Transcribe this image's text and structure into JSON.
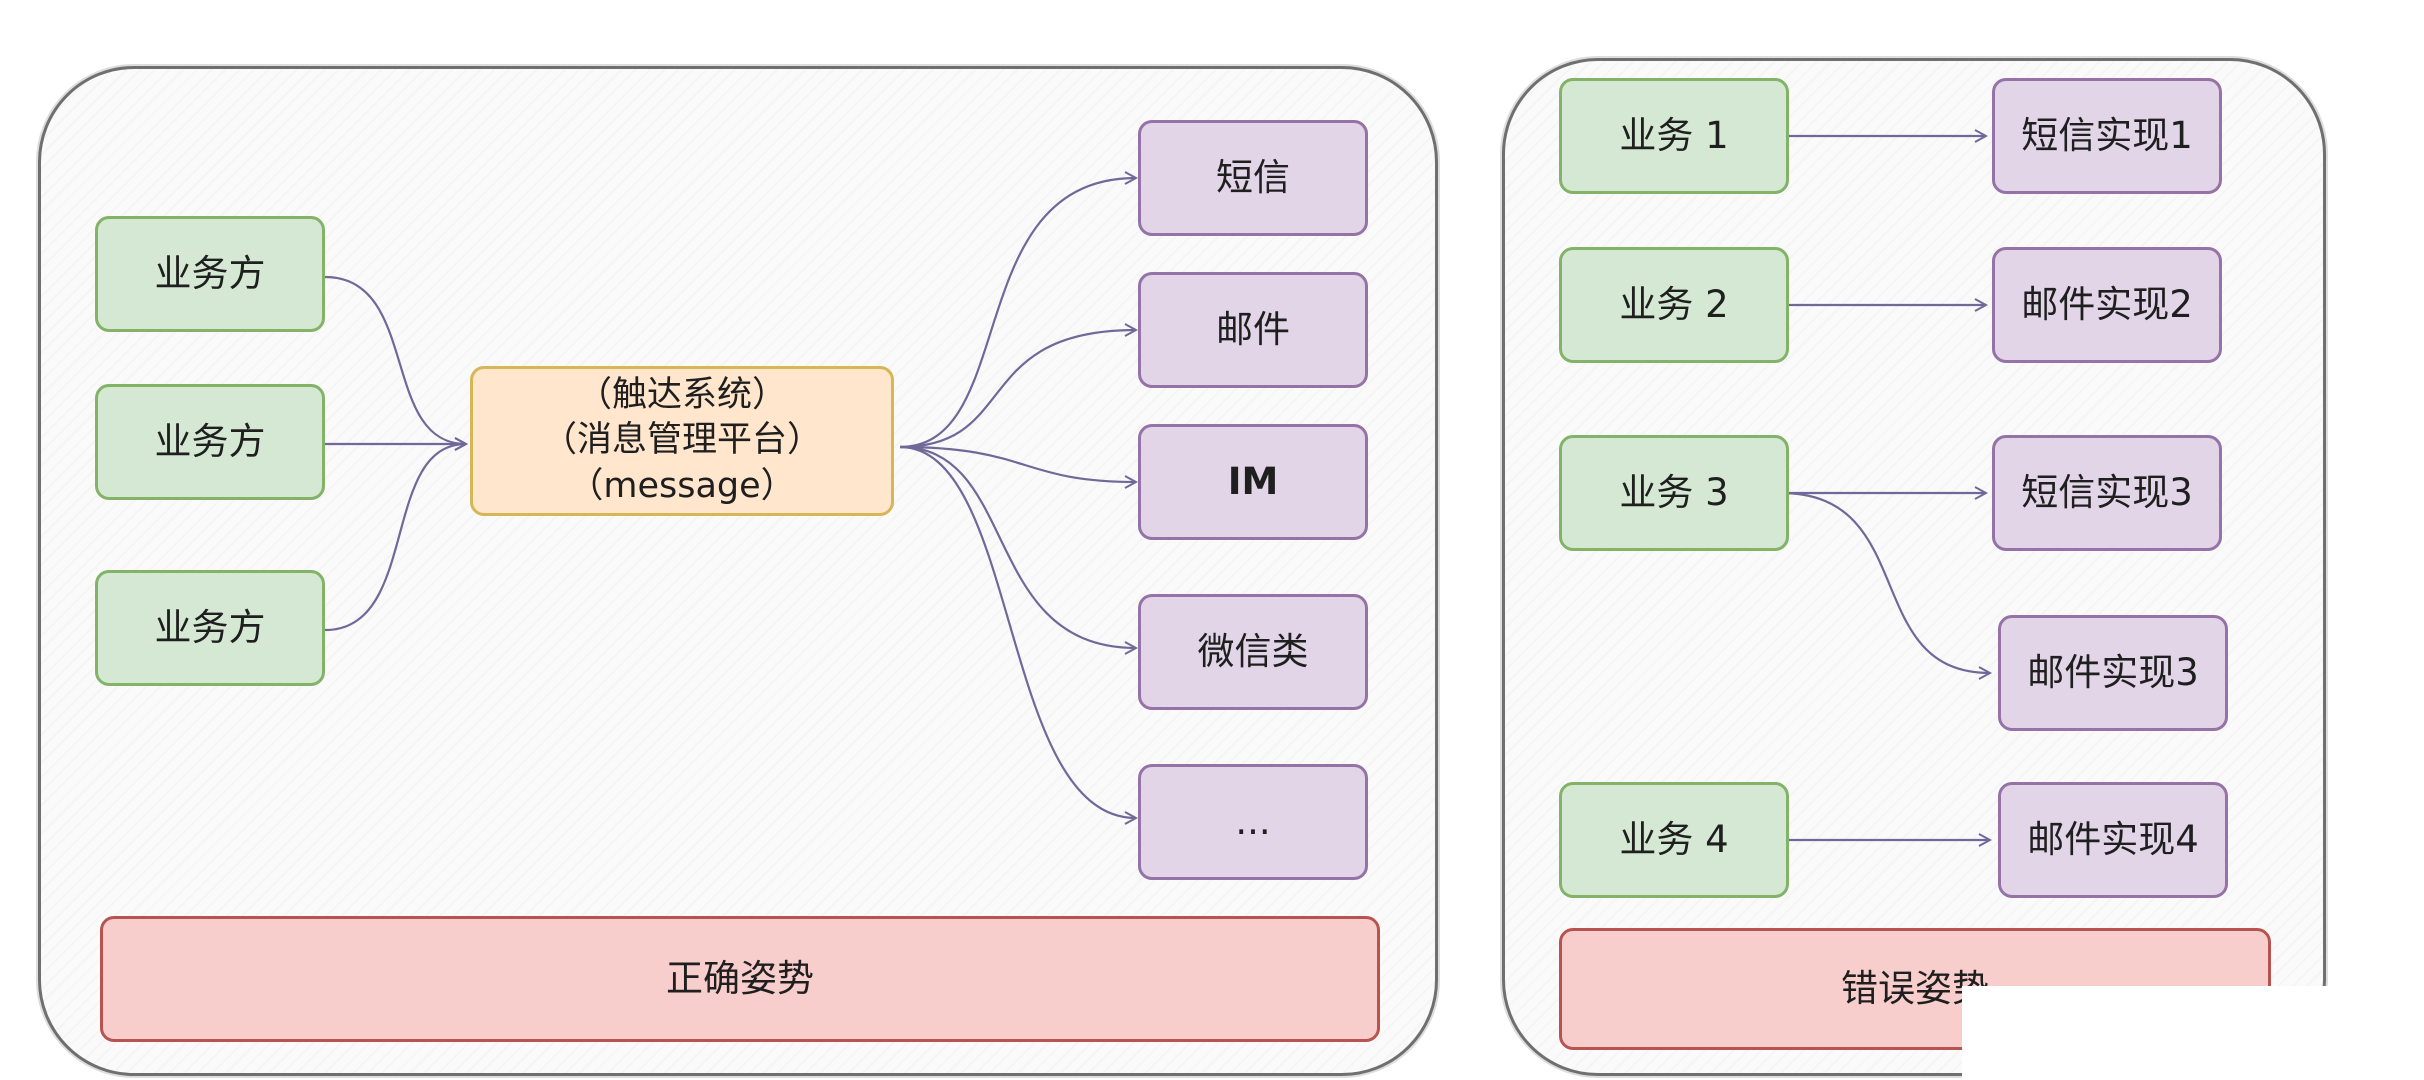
{
  "left_panel": {
    "sources": [
      "业务方",
      "业务方",
      "业务方"
    ],
    "hub": [
      "（触达系统）",
      "（消息管理平台）",
      "（message）"
    ],
    "targets": [
      "短信",
      "邮件",
      "IM",
      "微信类",
      "..."
    ],
    "caption": "正确姿势"
  },
  "right_panel": {
    "business": [
      "业务 1",
      "业务 2",
      "业务 3",
      "业务 4"
    ],
    "implementations": [
      "短信实现1",
      "邮件实现2",
      "短信实现3",
      "邮件实现3",
      "邮件实现4"
    ],
    "caption": "错误姿势"
  },
  "colors": {
    "green_fill": "#d5e8d4",
    "green_border": "#82b366",
    "purple_fill": "#e1d5e7",
    "purple_border": "#9673a6",
    "orange_fill": "#ffe6cc",
    "orange_border": "#d6b656",
    "red_fill": "#f8cecc",
    "red_border": "#b85450",
    "connector": "#6f6899"
  }
}
